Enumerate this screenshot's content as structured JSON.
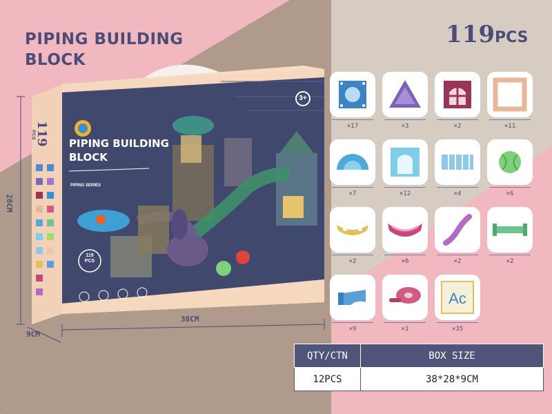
{
  "title": "PIPING BUILDING BLOCK",
  "piece_count": {
    "number": "119",
    "unit": "PCS"
  },
  "box": {
    "title": "PIPING BUILDING BLOCK",
    "series": "PIPING SERIES",
    "badge_number": "119",
    "badge_unit": "PCS",
    "side_count": "119",
    "side_unit": "PCS",
    "age": "3+"
  },
  "dimensions": {
    "length": "38CM",
    "height": "28CM",
    "depth": "9CM"
  },
  "parts": [
    {
      "name": "square-window-panel",
      "qty": "×17"
    },
    {
      "name": "triangle-panel",
      "qty": "×3"
    },
    {
      "name": "arched-window-panel",
      "qty": "×2"
    },
    {
      "name": "square-frame-panel",
      "qty": "×11"
    },
    {
      "name": "half-circle-panel",
      "qty": "×7"
    },
    {
      "name": "door-panel",
      "qty": "×12"
    },
    {
      "name": "fence-panel",
      "qty": "×4"
    },
    {
      "name": "ball",
      "qty": "×6"
    },
    {
      "name": "yellow-curve-track",
      "qty": "×2"
    },
    {
      "name": "pink-curve-track",
      "qty": "×6"
    },
    {
      "name": "slide-tube",
      "qty": "×2"
    },
    {
      "name": "green-straight-track",
      "qty": "×2"
    },
    {
      "name": "blue-corner-track",
      "qty": "×9"
    },
    {
      "name": "funnel-track",
      "qty": "×1"
    },
    {
      "name": "letter-card",
      "qty": "×35",
      "label": "Ac"
    }
  ],
  "spec": {
    "headers": [
      "QTY/CTN",
      "BOX SIZE"
    ],
    "values": [
      "12PCS",
      "38*28*9CM"
    ]
  },
  "colors": {
    "pink": "#f2b8c0",
    "brown": "#b09a8c",
    "beige": "#d7ccc1",
    "navy": "#4b4d78",
    "box_face": "#41486e"
  }
}
